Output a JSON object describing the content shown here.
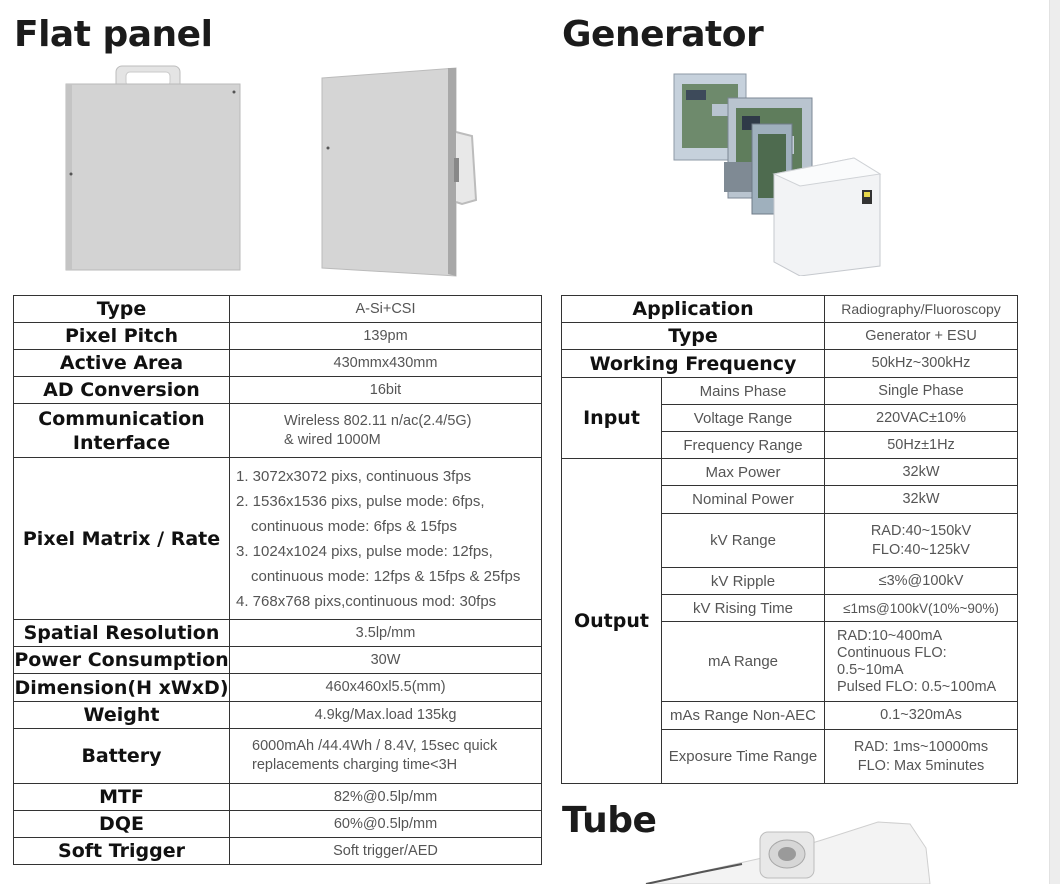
{
  "headings": {
    "flat_panel": "Flat panel",
    "generator": "Generator",
    "tube": "Tube"
  },
  "flat_panel_table": [
    {
      "key": "Type",
      "value": "A-Si+CSI"
    },
    {
      "key": "Pixel Pitch",
      "value": "139pm"
    },
    {
      "key": "Active Area",
      "value": "430mmx430mm"
    },
    {
      "key": "AD Conversion",
      "value": "16bit"
    },
    {
      "key": "Communication Interface",
      "value_lines": [
        "Wireless 802.11 n/ac(2.4/5G)",
        "& wired 1000M"
      ]
    },
    {
      "key": "Pixel Matrix / Rate",
      "items": [
        "1. 3072x3072 pixs, continuous 3fps",
        "2. 1536x1536 pixs, pulse mode: 6fps, continuous mode: 6fps & 15fps",
        "3. 1024x1024 pixs, pulse mode: 12fps, continuous mode: 12fps & 15fps & 25fps",
        "4. 768x768 pixs,continuous mod: 30fps"
      ]
    },
    {
      "key": "Spatial Resolution",
      "value": "3.5lp/mm"
    },
    {
      "key": "Power Consumption",
      "value": "30W"
    },
    {
      "key": "Dimension(H xWxD)",
      "value": "460x460xl5.5(mm)"
    },
    {
      "key": "Weight",
      "value": "4.9kg/Max.load 135kg"
    },
    {
      "key": "Battery",
      "value_lines": [
        "6000mAh /44.4Wh / 8.4V, 15sec quick",
        "replacements charging time<3H"
      ]
    },
    {
      "key": "MTF",
      "value": "82%@0.5lp/mm"
    },
    {
      "key": "DQE",
      "value": "60%@0.5lp/mm"
    },
    {
      "key": "Soft Trigger",
      "value": "Soft trigger/AED"
    }
  ],
  "generator_table": {
    "application": {
      "key": "Application",
      "value": "Radiography/Fluoroscopy"
    },
    "type": {
      "key": "Type",
      "value": "Generator + ESU"
    },
    "working_frequency": {
      "key": "Working Frequency",
      "value": "50kHz~300kHz"
    },
    "input": {
      "label": "Input",
      "rows": [
        {
          "key": "Mains Phase",
          "value": "Single Phase"
        },
        {
          "key": "Voltage Range",
          "value": "220VAC±10%"
        },
        {
          "key": "Frequency Range",
          "value": "50Hz±1Hz"
        }
      ]
    },
    "output": {
      "label": "Output",
      "max_power": {
        "key": "Max Power",
        "value": "32kW"
      },
      "nominal_power": {
        "key": "Nominal Power",
        "value": "32kW"
      },
      "kv_range": {
        "key": "kV Range",
        "lines": [
          "RAD:40~150kV",
          "FLO:40~125kV"
        ]
      },
      "kv_ripple": {
        "key": "kV Ripple",
        "value": "≤3%@100kV"
      },
      "kv_rising_time": {
        "key": "kV Rising Time",
        "value": "≤1ms@100kV(10%~90%)"
      },
      "ma_range": {
        "key": "mA  Range",
        "lines": [
          "RAD:10~400mA",
          "Continuous FLO:",
          "0.5~10mA",
          "Pulsed FLO: 0.5~100mA"
        ]
      },
      "mas_range": {
        "key": "mAs Range Non-AEC",
        "value": "0.1~320mAs"
      },
      "exposure_time": {
        "key": "Exposure Time Range",
        "lines": [
          "RAD:  1ms~10000ms",
          "FLO: Max 5minutes"
        ]
      }
    }
  }
}
